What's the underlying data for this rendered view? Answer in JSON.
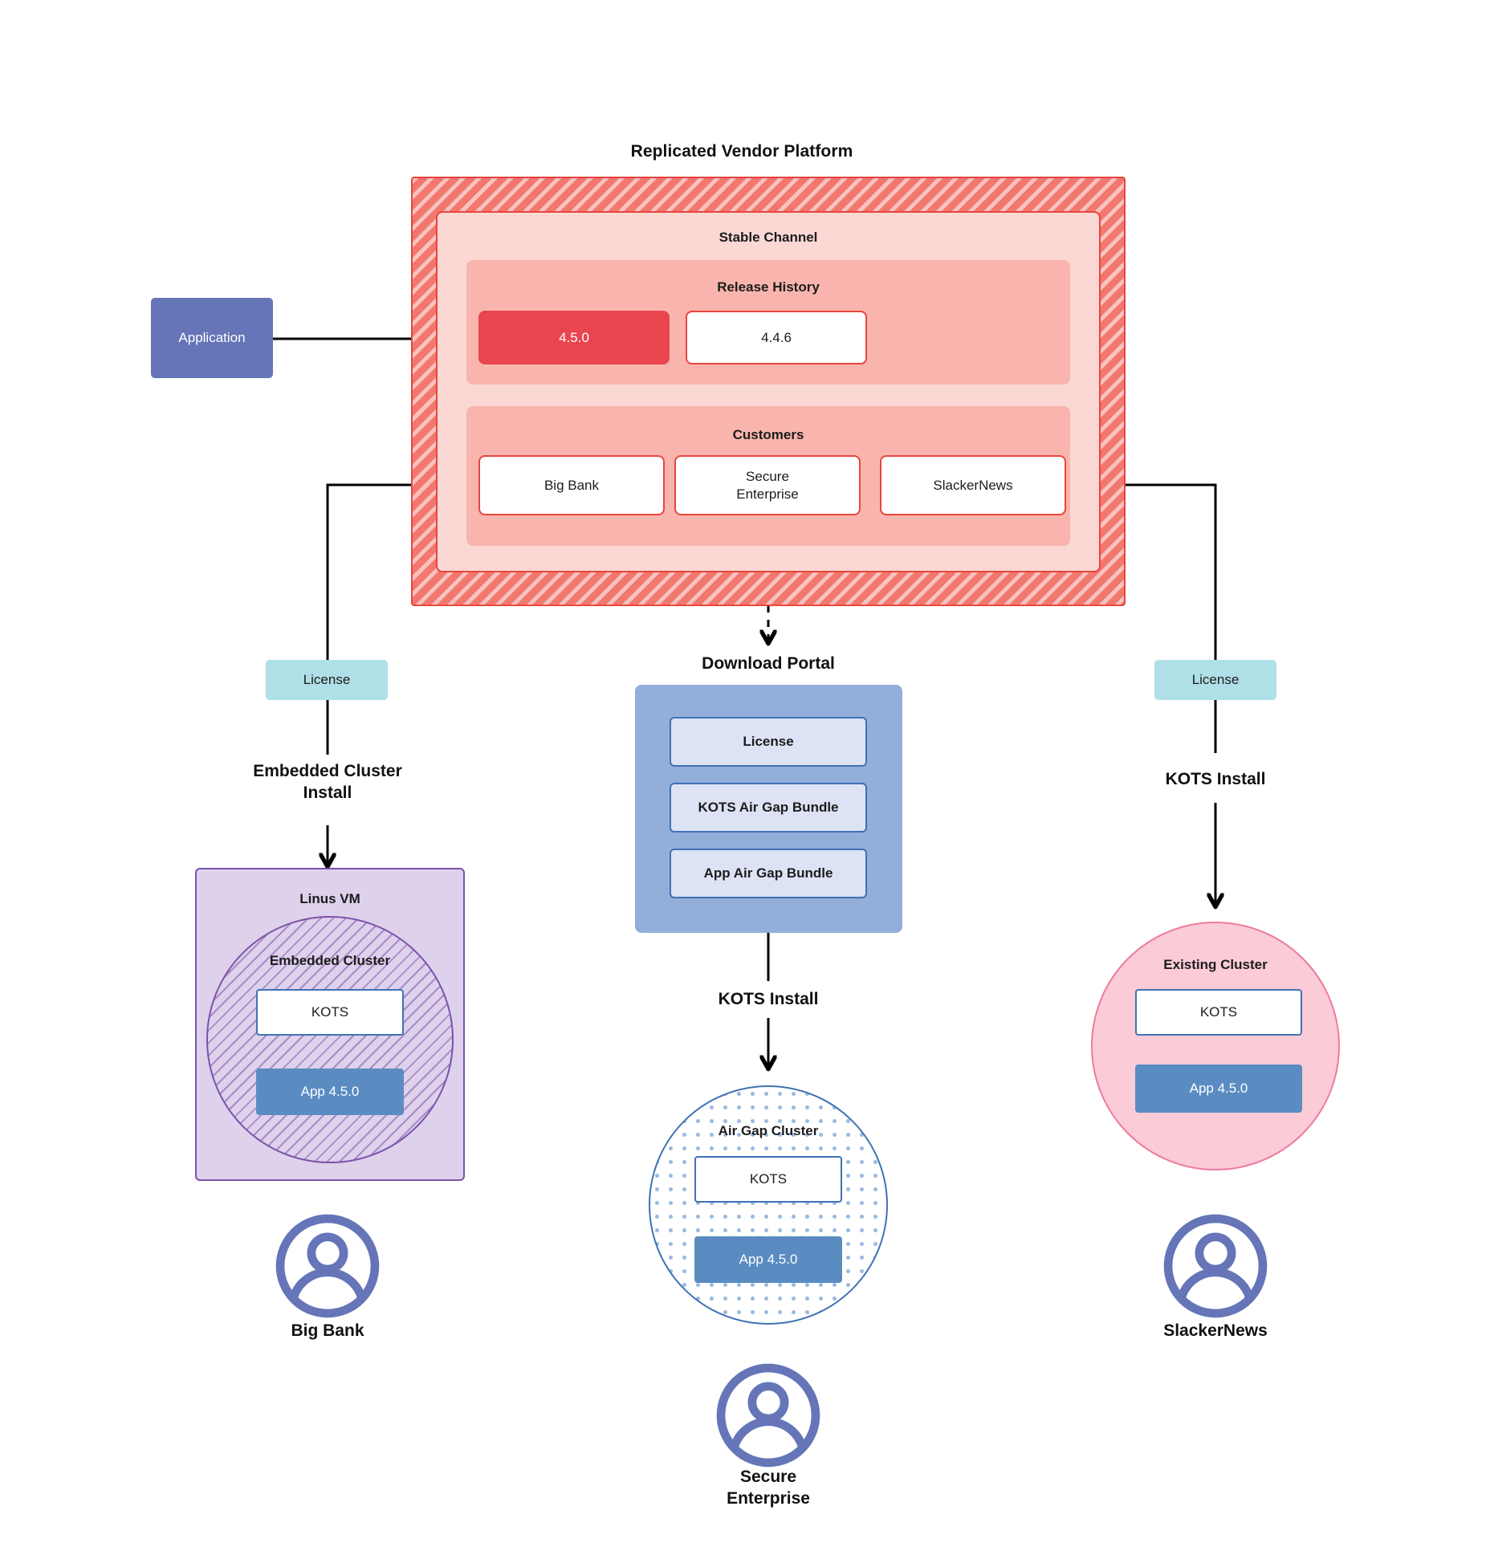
{
  "diagram": {
    "title": "Replicated Vendor Platform"
  },
  "application": {
    "label": "Application"
  },
  "platform": {
    "channel": {
      "label": "Stable Channel"
    },
    "release_history": {
      "label": "Release History",
      "releases": [
        {
          "version": "4.5.0",
          "current": true
        },
        {
          "version": "4.4.6",
          "current": false
        }
      ]
    },
    "customers": {
      "label": "Customers",
      "items": [
        {
          "name": "Big Bank"
        },
        {
          "name": "Secure\nEnterprise"
        },
        {
          "name": "SlackerNews"
        }
      ]
    }
  },
  "columns": {
    "left": {
      "license_label": "License",
      "install_label": "Embedded Cluster\nInstall",
      "vm_label": "Linus VM",
      "cluster_label": "Embedded Cluster",
      "kots_label": "KOTS",
      "app_label": "App 4.5.0",
      "persona_label": "Big Bank",
      "persona_icon": "user-avatar-icon"
    },
    "center": {
      "portal_title": "Download  Portal",
      "portal_items": [
        {
          "label": "License"
        },
        {
          "label": "KOTS Air Gap Bundle"
        },
        {
          "label": "App Air Gap Bundle"
        }
      ],
      "install_label": "KOTS Install",
      "cluster_label": "Air Gap Cluster",
      "kots_label": "KOTS",
      "app_label": "App 4.5.0",
      "persona_label": "Secure\nEnterprise",
      "persona_icon": "user-avatar-icon"
    },
    "right": {
      "license_label": "License",
      "install_label": "KOTS Install",
      "cluster_label": "Existing Cluster",
      "kots_label": "KOTS",
      "app_label": "App 4.5.0",
      "persona_label": "SlackerNews",
      "persona_icon": "user-avatar-icon"
    }
  },
  "colors": {
    "platform_hatch": "#f2776f",
    "platform_border": "#e8453f",
    "channel_fill": "#fbd8d4",
    "panel_fill": "#f9b5ad",
    "release_current": "#e8454f",
    "application_fill": "#6575b8",
    "license_fill": "#afdfe7",
    "portal_fill": "#93aed9",
    "portal_item_fill": "#dde3f5",
    "vm_fill": "#ddd1ec",
    "vm_border": "#7c52a8",
    "airgap_border": "#3f72b5",
    "existing_fill": "#fbcbd7",
    "existing_border": "#ee7b9c",
    "app_version_fill": "#5a8cc2",
    "persona_icon": "#6575b8"
  }
}
